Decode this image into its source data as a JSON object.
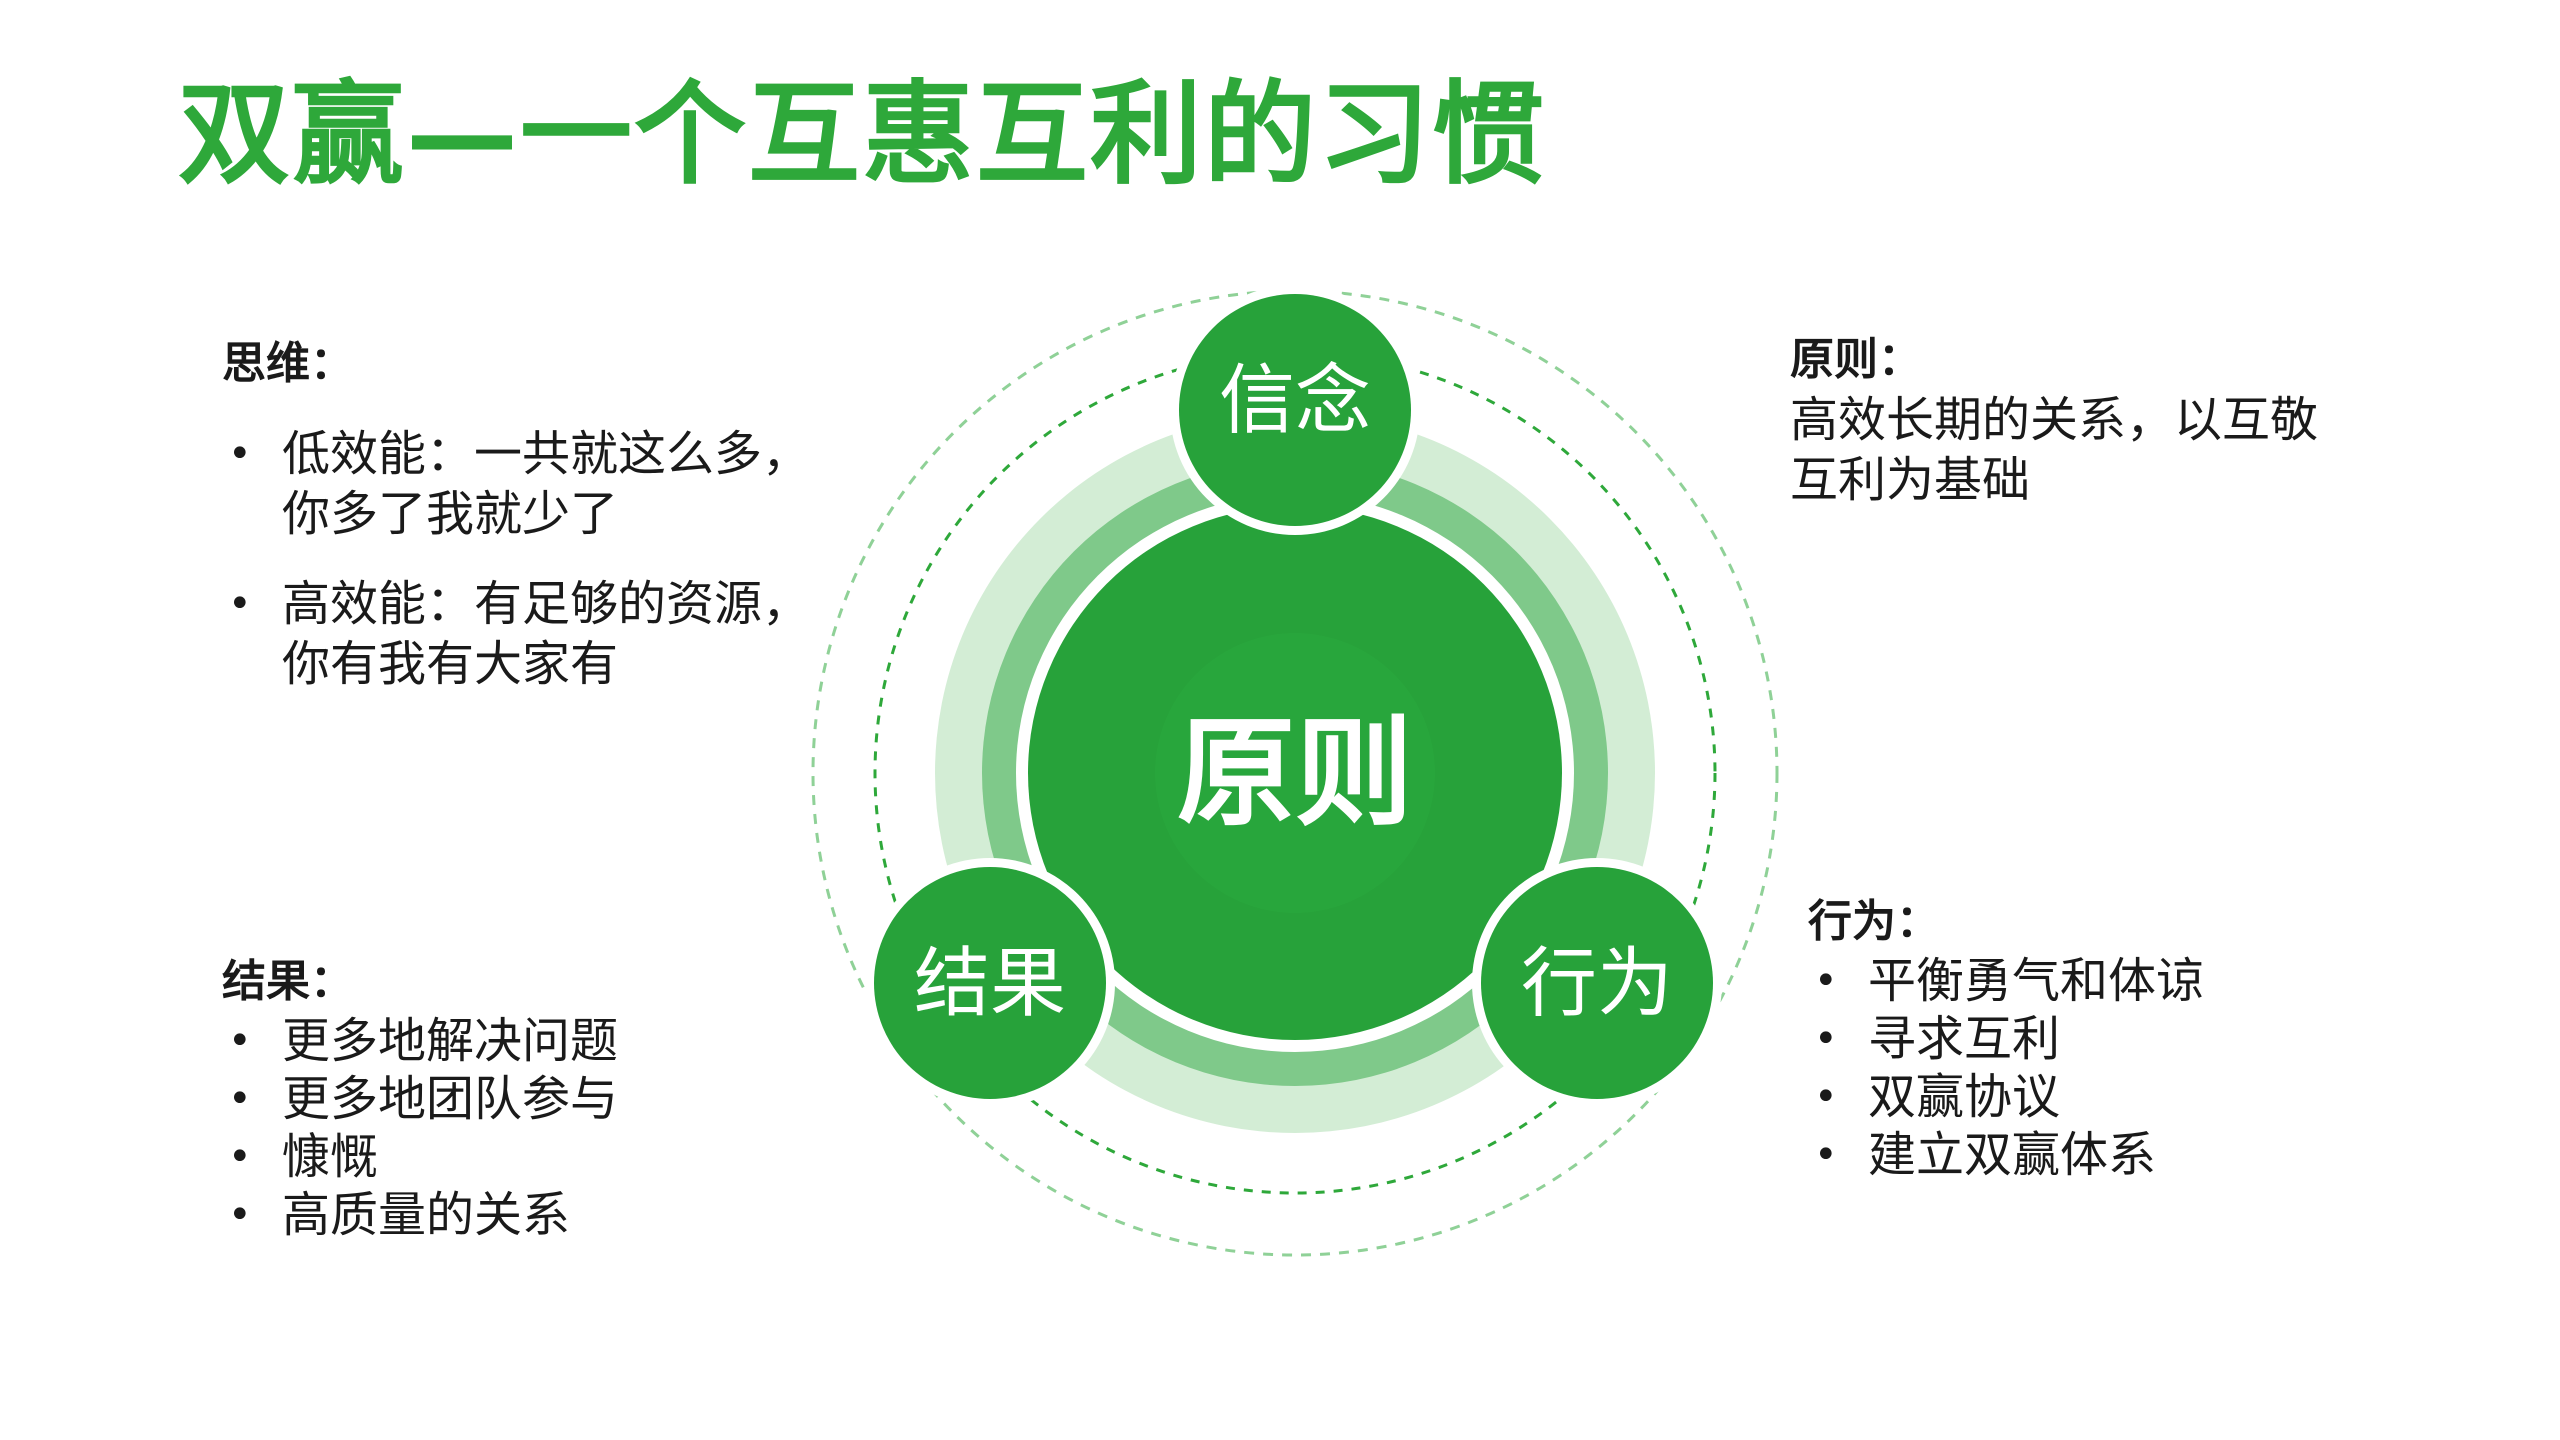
{
  "title": "双赢—一个互惠互利的习惯",
  "colors": {
    "accent": "#2ea83a",
    "core": "#27a23a",
    "ring_outer": "#d3edd5",
    "ring_mid": "#7fc98a",
    "dash": "#2ea83a"
  },
  "thinking": {
    "heading": "思维：",
    "items": [
      [
        "低效能：一共就这么多，",
        "你多了我就少了"
      ],
      [
        "高效能：有足够的资源，",
        "你有我有大家有"
      ]
    ]
  },
  "result": {
    "heading": "结果：",
    "items": [
      "更多地解决问题",
      "更多地团队参与",
      "慷慨",
      "高质量的关系"
    ]
  },
  "principle": {
    "heading": "原则：",
    "lines": [
      "高效长期的关系，以互敬",
      "互利为基础"
    ]
  },
  "action": {
    "heading": "行为：",
    "items": [
      "平衡勇气和体谅",
      "寻求互利",
      "双赢协议",
      "建立双赢体系"
    ]
  },
  "diagram": {
    "center": "原则",
    "nodes": {
      "top": "信念",
      "left": "结果",
      "right": "行为"
    }
  }
}
